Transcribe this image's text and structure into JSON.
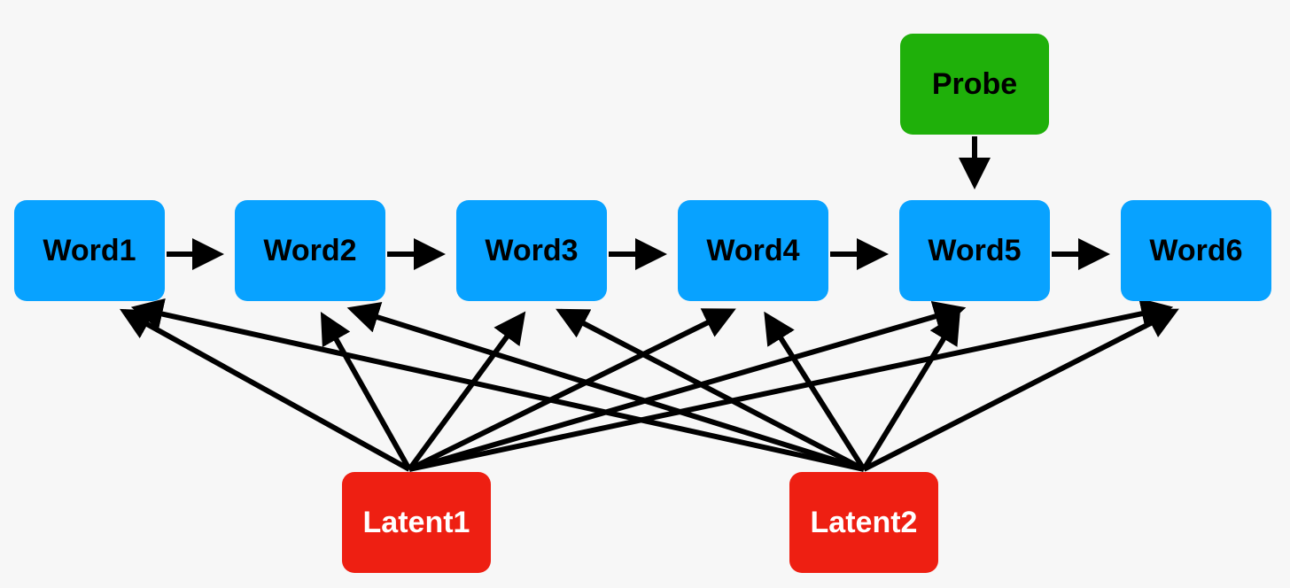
{
  "colors": {
    "background": "#f7f7f7",
    "word": "#08a2ff",
    "probe": "#1fb00a",
    "latent": "#ee1f12",
    "arrow": "#000000",
    "word_text": "#000000",
    "probe_text": "#000000",
    "latent_text": "#ffffff"
  },
  "nodes": {
    "word1": {
      "label": "Word1",
      "kind": "word"
    },
    "word2": {
      "label": "Word2",
      "kind": "word"
    },
    "word3": {
      "label": "Word3",
      "kind": "word"
    },
    "word4": {
      "label": "Word4",
      "kind": "word"
    },
    "word5": {
      "label": "Word5",
      "kind": "word"
    },
    "word6": {
      "label": "Word6",
      "kind": "word"
    },
    "probe": {
      "label": "Probe",
      "kind": "probe"
    },
    "latent1": {
      "label": "Latent1",
      "kind": "latent"
    },
    "latent2": {
      "label": "Latent2",
      "kind": "latent"
    }
  },
  "edges": [
    {
      "from": "word1",
      "to": "word2"
    },
    {
      "from": "word2",
      "to": "word3"
    },
    {
      "from": "word3",
      "to": "word4"
    },
    {
      "from": "word4",
      "to": "word5"
    },
    {
      "from": "word5",
      "to": "word6"
    },
    {
      "from": "probe",
      "to": "word5"
    },
    {
      "from": "latent1",
      "to": "word1"
    },
    {
      "from": "latent1",
      "to": "word2"
    },
    {
      "from": "latent1",
      "to": "word3"
    },
    {
      "from": "latent1",
      "to": "word4"
    },
    {
      "from": "latent1",
      "to": "word5"
    },
    {
      "from": "latent1",
      "to": "word6"
    },
    {
      "from": "latent2",
      "to": "word1"
    },
    {
      "from": "latent2",
      "to": "word2"
    },
    {
      "from": "latent2",
      "to": "word3"
    },
    {
      "from": "latent2",
      "to": "word4"
    },
    {
      "from": "latent2",
      "to": "word5"
    },
    {
      "from": "latent2",
      "to": "word6"
    }
  ]
}
